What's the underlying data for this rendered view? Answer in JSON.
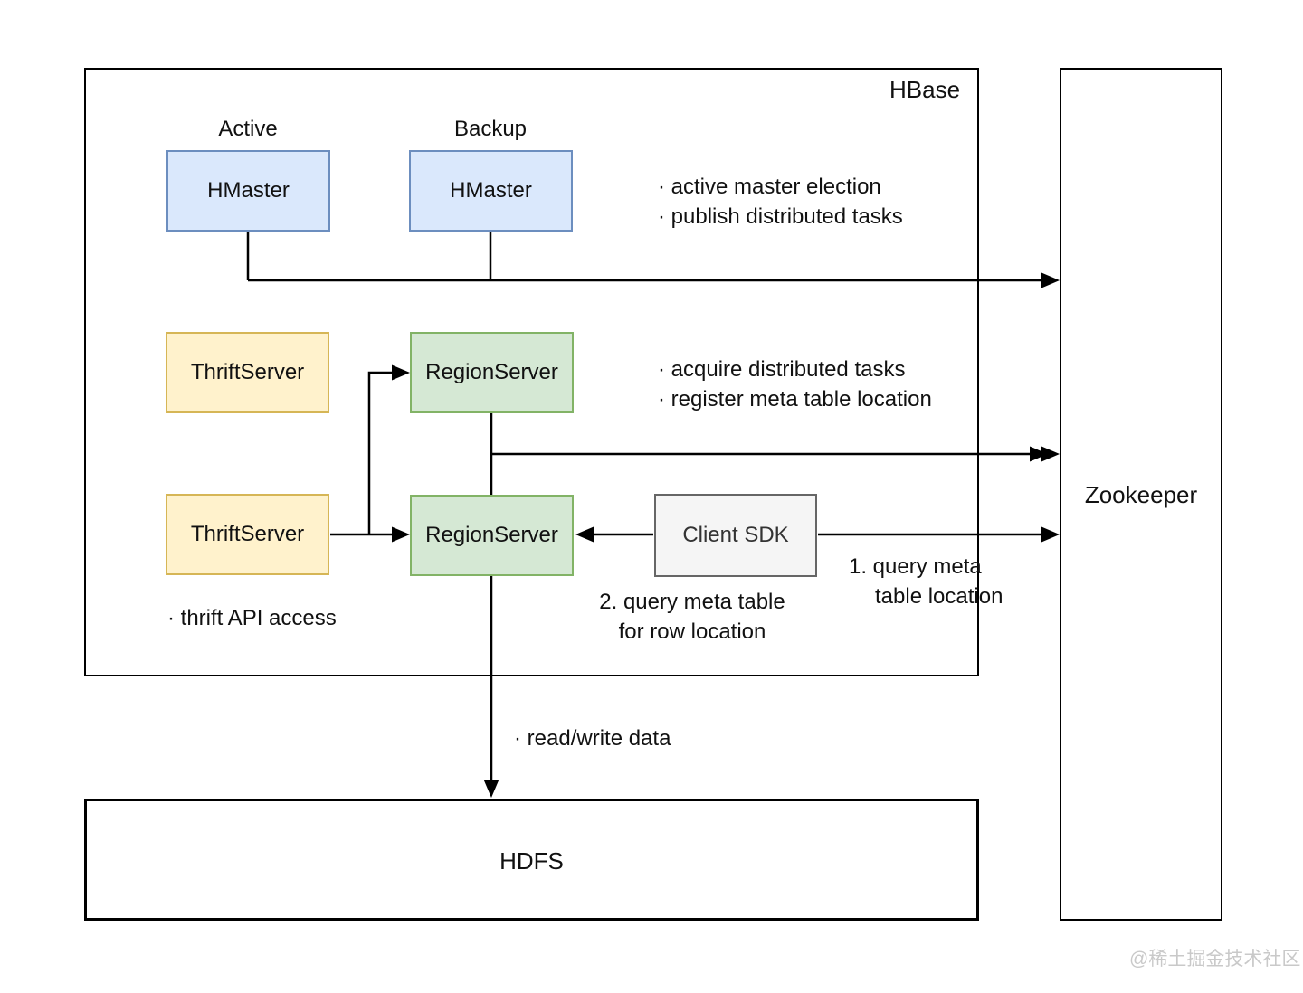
{
  "diagram": {
    "containers": {
      "hbase_label": "HBase",
      "zookeeper_label": "Zookeeper",
      "hdfs_label": "HDFS"
    },
    "nodes": {
      "active_label": "Active",
      "backup_label": "Backup",
      "hmaster_active": "HMaster",
      "hmaster_backup": "HMaster",
      "thrift_server_1": "ThriftServer",
      "thrift_server_2": "ThriftServer",
      "region_server_1": "RegionServer",
      "region_server_2": "RegionServer",
      "client_sdk": "Client SDK"
    },
    "annotations": {
      "master_tasks_line1": "· active master election",
      "master_tasks_line2": "· publish distributed tasks",
      "region_tasks_line1": "· acquire distributed tasks",
      "region_tasks_line2": "· register meta table location",
      "thrift_api": "· thrift API access",
      "query_meta_1_line1": "1. query meta",
      "query_meta_1_line2": "table location",
      "query_meta_2_line1": "2. query meta table",
      "query_meta_2_line2": "for row location",
      "read_write": "· read/write data"
    },
    "colors": {
      "hmaster_fill": "#dae8fc",
      "hmaster_border": "#6c8ebf",
      "thrift_fill": "#fff2cc",
      "thrift_border": "#d6b656",
      "region_fill": "#d5e8d4",
      "region_border": "#82b366",
      "client_fill": "#f5f5f5",
      "client_border": "#666666",
      "line": "#000000"
    },
    "watermark": "@稀土掘金技术社区"
  }
}
